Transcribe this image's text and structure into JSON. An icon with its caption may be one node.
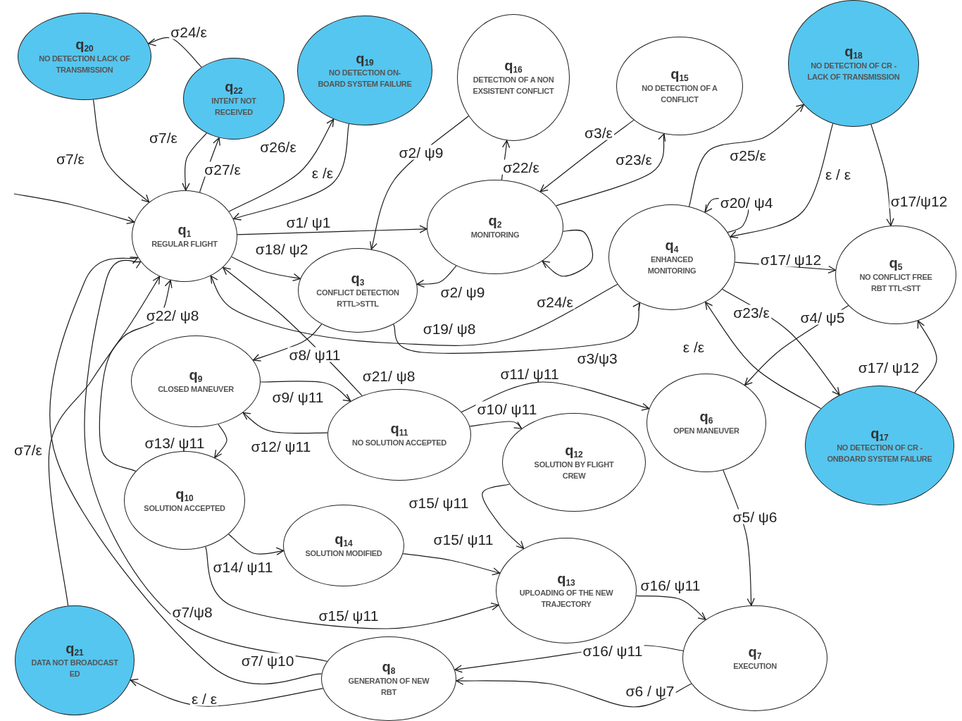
{
  "diagram": {
    "nodes": [
      {
        "text": [
          "q$_{20}$",
          "NO DETECTION LACK OF TRANSMISSION"
        ]
      },
      {
        "text": [
          "q$_{22}$",
          "INTENT NOT RECEIVED"
        ]
      },
      {
        "text": [
          "q$_{19}$",
          "NO DETECTION ON-BOARD SYSTEM FAILURE"
        ]
      },
      {
        "text": [
          "q$_{16}$",
          "DETECTION OF A NON EXSISTENT CONFLICT"
        ]
      },
      {
        "text": [
          "q$_{15}$",
          "NO DETECTION OF A CONFLICT"
        ]
      },
      {
        "text": [
          "q$_{18}$",
          "NO DETECTION OF CR - LACK OF TRANSMISSION"
        ]
      },
      {
        "text": [
          "q$_{1}$",
          "REGULAR FLIGHT"
        ]
      },
      {
        "text": [
          "q$_{2}$",
          "MONITORING"
        ]
      },
      {
        "text": [
          "q$_{4}$",
          "ENHANCED MONITORING"
        ]
      },
      {
        "text": [
          "q$_{5}$",
          "NO CONFLICT FREE RBT TTL<STT"
        ]
      },
      {
        "text": [
          "q$_{3}$",
          "CONFLICT DETECTION RTTL>STTL"
        ]
      },
      {
        "text": [
          "q$_{9}$",
          "CLOSED MANEUVER"
        ]
      },
      {
        "text": [
          "q$_{11}$",
          "NO SOLUTION ACCEPTED"
        ]
      },
      {
        "text": [
          "q$_{6}$",
          "OPEN MANEUVER"
        ]
      },
      {
        "text": [
          "q$_{17}$",
          "NO DETECTION OF CR - ONBOARD SYSTEM FAILURE"
        ]
      },
      {
        "text": [
          "q$_{12}$",
          "SOLUTION BY FLIGHT CREW"
        ]
      },
      {
        "text": [
          "q$_{10}$",
          "SOLUTION ACCEPTED"
        ]
      },
      {
        "text": [
          "q$_{14}$",
          "SOLUTION MODIFIED"
        ]
      },
      {
        "text": [
          "q$_{13}$",
          "UPLOADING OF THE NEW TRAJECTORY"
        ]
      },
      {
        "text": [
          "q$_{7}$",
          "EXECUTION"
        ]
      },
      {
        "text": [
          "q$_{21}$",
          "DATA NOT BROADCAST ED"
        ]
      },
      {
        "text": [
          "q$_{8}$",
          "GENERATION OF NEW RBT"
        ]
      }
    ],
    "edges": [
      {
        "from": 1,
        "to": 0,
        "label": "σ24/ε",
        "arrow": "to"
      },
      {
        "from": 0,
        "to": 6,
        "label": "σ7/ε",
        "arrow": "to"
      },
      {
        "from": 1,
        "to": 6,
        "label": "σ7/ε",
        "arrow": "to"
      },
      {
        "from": 6,
        "to": 1,
        "label": "σ27/ε",
        "arrow": "to"
      },
      {
        "from": 6,
        "to": 2,
        "label": "σ26/ε",
        "arrow": "to"
      },
      {
        "from": 2,
        "to": 6,
        "label": "ε /ε",
        "arrow": "to"
      },
      {
        "from": null,
        "to": 6,
        "arrow": "to"
      },
      {
        "from": 6,
        "to": 7,
        "label": "σ1/ ψ1",
        "arrow": "to"
      },
      {
        "from": 6,
        "to": 10,
        "label": "σ18/ ψ2",
        "arrow": "to"
      },
      {
        "from": 3,
        "to": 10,
        "label": "σ2/ ψ9",
        "arrow": "to"
      },
      {
        "from": 7,
        "to": 3,
        "label": "σ22/ε",
        "arrow": "to"
      },
      {
        "from": 4,
        "to": 7,
        "label": "σ3/ε",
        "arrow": "to"
      },
      {
        "from": 7,
        "to": 4,
        "label": "σ23/ε",
        "arrow": "to"
      },
      {
        "from": 7,
        "to": 7,
        "label": "σ24/ε",
        "arrow": "to"
      },
      {
        "from": 7,
        "to": 10,
        "label": "σ2/ ψ9",
        "arrow": "to"
      },
      {
        "from": 8,
        "to": 6,
        "label": "σ19/ ψ8",
        "arrow": "to"
      },
      {
        "from": 10,
        "to": 8,
        "label": "σ3/ψ3",
        "arrow": "to"
      },
      {
        "from": 10,
        "to": 11,
        "label": "σ8/ ψ11",
        "arrow": "to"
      },
      {
        "from": 12,
        "to": 6,
        "label": "σ21/ ψ8",
        "arrow": "to"
      },
      {
        "from": 8,
        "to": 8,
        "label": "σ20/ ψ4",
        "arrow": "to"
      },
      {
        "from": 8,
        "to": 5,
        "label": "σ25/ε",
        "arrow": "to"
      },
      {
        "from": 5,
        "to": 8,
        "label": "ε / ε",
        "arrow": "to"
      },
      {
        "from": 5,
        "to": 9,
        "label": "σ17/ψ12",
        "arrow": "to"
      },
      {
        "from": 8,
        "to": 9,
        "label": "σ17/ ψ12",
        "arrow": "to"
      },
      {
        "from": 8,
        "to": 14,
        "label": "σ23/ε",
        "arrow": "to"
      },
      {
        "from": 14,
        "to": 8,
        "label": "ε /ε",
        "arrow": "to"
      },
      {
        "from": 9,
        "to": 13,
        "label": "σ4/ ψ5",
        "arrow": "to"
      },
      {
        "from": 14,
        "to": 9,
        "label": "σ17/ ψ12",
        "arrow": "to"
      },
      {
        "from": 11,
        "to": 12,
        "label": "σ9/ ψ11",
        "arrow": "to"
      },
      {
        "from": 12,
        "to": 11,
        "label": "σ12/ ψ11",
        "arrow": "to"
      },
      {
        "from": 11,
        "to": 16,
        "label": "σ13/ ψ11",
        "arrow": "to"
      },
      {
        "from": 12,
        "to": 13,
        "label": "σ11/ ψ11",
        "arrow": "to"
      },
      {
        "from": 12,
        "to": 15,
        "label": "σ10/ ψ11",
        "arrow": "to"
      },
      {
        "from": 15,
        "to": 18,
        "label": "σ15/ ψ11",
        "arrow": "to"
      },
      {
        "from": 16,
        "to": 17,
        "label": "σ14/ ψ11",
        "arrow": "to"
      },
      {
        "from": 17,
        "to": 18,
        "label": "σ15/ ψ11",
        "arrow": "to"
      },
      {
        "from": 16,
        "to": 18,
        "label": "σ15/ ψ11",
        "arrow": "to"
      },
      {
        "from": 18,
        "to": 19,
        "label": "σ16/ ψ11",
        "arrow": "to"
      },
      {
        "from": 13,
        "to": 19,
        "label": "σ5/ ψ6",
        "arrow": "to"
      },
      {
        "from": 19,
        "to": 21,
        "label": "σ16/ ψ11",
        "arrow": "to"
      },
      {
        "from": 19,
        "to": 21,
        "label": "σ6 / ψ7",
        "arrow": "to"
      },
      {
        "from": 21,
        "to": 20,
        "label": "ε / ε",
        "arrow": "to"
      },
      {
        "from": 21,
        "to": 6,
        "label": "σ7/ψ8",
        "arrow": "to"
      },
      {
        "from": 21,
        "to": 6,
        "label": "σ7/ ψ10",
        "arrow": "to"
      },
      {
        "from": 16,
        "to": 6,
        "label": "σ22/ ψ8",
        "arrow": "to"
      },
      {
        "from": 20,
        "to": 6,
        "label": "σ7/ε",
        "arrow": "to"
      }
    ]
  }
}
